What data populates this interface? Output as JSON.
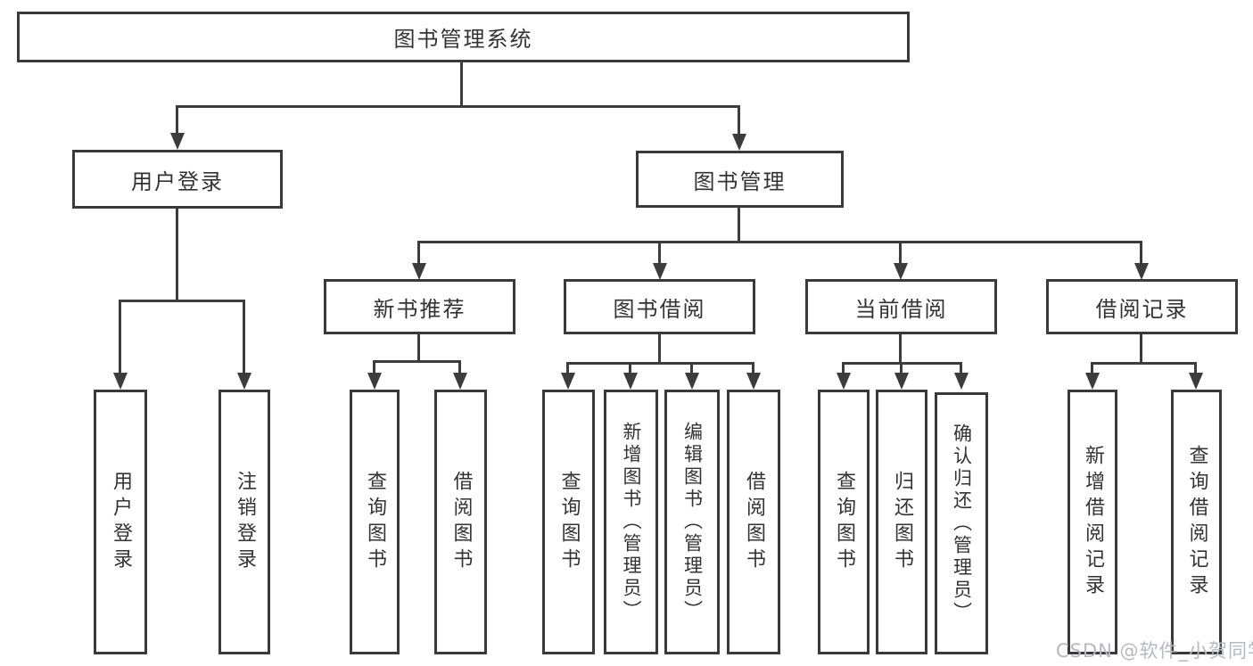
{
  "diagram": {
    "type": "hierarchy-flowchart",
    "colors": {
      "line": "#3c3c3c",
      "border": "#3a3a3a",
      "text": "#333333",
      "box_bg": "#ffffff",
      "watermark": "#b5bac2",
      "canvas_bg": "#ffffff"
    },
    "watermark": "CSDN @软件_小贺同学",
    "nodes": {
      "root": {
        "label": "图书管理系统"
      },
      "user_login": {
        "label": "用户登录"
      },
      "book_mgmt": {
        "label": "图书管理"
      },
      "new_book_rec": {
        "label": "新书推荐"
      },
      "book_borrow": {
        "label": "图书借阅"
      },
      "current_borrow": {
        "label": "当前借阅"
      },
      "borrow_records": {
        "label": "借阅记录"
      },
      "leaf_user_login": {
        "label": "用户登录"
      },
      "leaf_logout": {
        "label": "注销登录"
      },
      "leaf_rec_query_book": {
        "label": "查询图书"
      },
      "leaf_rec_borrow_book": {
        "label": "借阅图书"
      },
      "leaf_bb_query_book": {
        "label": "查询图书"
      },
      "leaf_bb_add_book": {
        "label": "新增图书（管理员）"
      },
      "leaf_bb_edit_book": {
        "label": "编辑图书（管理员）"
      },
      "leaf_bb_borrow_book": {
        "label": "借阅图书"
      },
      "leaf_cb_query_book": {
        "label": "查询图书"
      },
      "leaf_cb_return_book": {
        "label": "归还图书"
      },
      "leaf_cb_confirm_return": {
        "label": "确认归还（管理员）"
      },
      "leaf_br_add_record": {
        "label": "新增借阅记录"
      },
      "leaf_br_query_record": {
        "label": "查询借阅记录"
      }
    }
  }
}
